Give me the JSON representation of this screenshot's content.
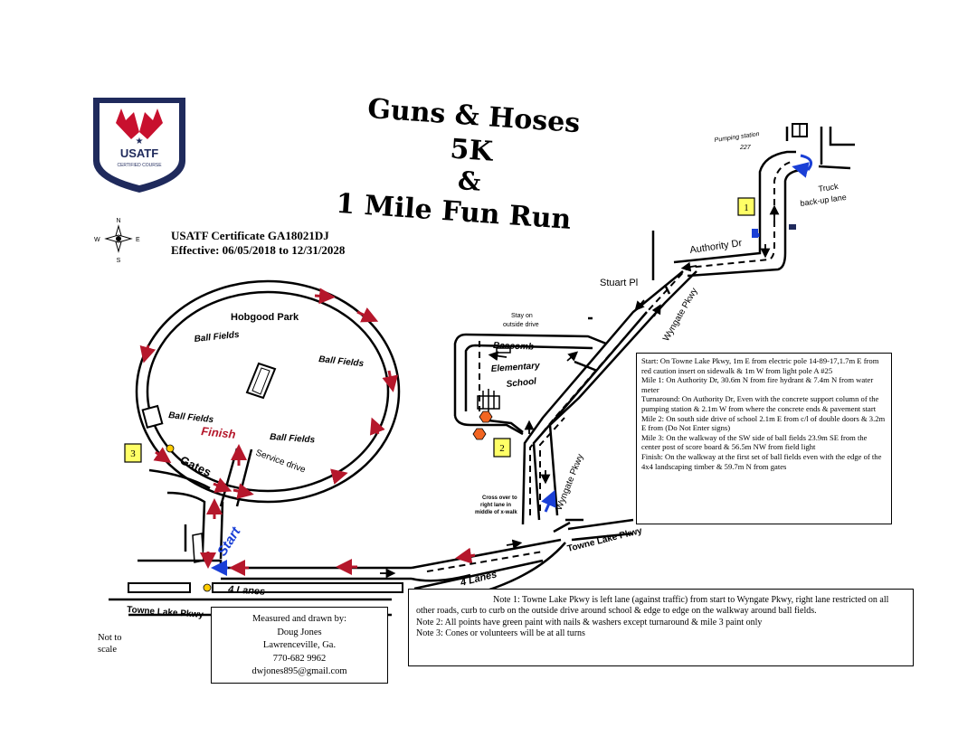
{
  "title": {
    "line1": "Guns & Hoses 5K",
    "line2": "&",
    "line3": "1 Mile Fun Run"
  },
  "certificate": {
    "line1": "USATF Certificate GA18021DJ",
    "line2": "Effective: 06/05/2018 to 12/31/2028"
  },
  "logo": {
    "name": "USATF",
    "subtitle": "CERTIFIED COURSE",
    "colors": {
      "navy": "#1f2a5c",
      "red": "#c8102e"
    }
  },
  "compass": {
    "n": "N",
    "s": "S",
    "e": "E",
    "w": "W"
  },
  "map_labels": {
    "hobgood_park": "Hobgood Park",
    "ball_fields": "Ball Fields",
    "finish": "Finish",
    "gates": "Gates",
    "service_drive": "Service drive",
    "start": "Start",
    "lanes": "4 Lanes",
    "towne_lake_pkwy": "Towne Lake Pkwy",
    "bascomb": "Bascomb Elementary School",
    "stay_outside": "Stay on outside drive",
    "cross_over": "Cross over to right lane in middle of x-walk",
    "wyngate_pkwy": "Wyngate Pkwy",
    "stuart_pl": "Stuart Pl",
    "authority_dr": "Authority Dr",
    "pumping_station": "Pumping station 227",
    "truck_lane": "Truck back-up lane"
  },
  "mile_markers": [
    "1",
    "2",
    "3"
  ],
  "legend": [
    "Start: On Towne Lake Pkwy, 1m E from electric pole 14-89-17,1.7m E from red caution insert on sidewalk & 1m W from light pole A #25",
    "Mile 1: On Authority Dr, 30.6m N from fire hydrant & 7.4m N from water meter",
    "Turnaround: On Authority Dr, Even with the concrete support column of the pumping station & 2.1m W from where the concrete ends & pavement start",
    "Mile 2: On south side drive of school 2.1m E from c/l of double doors & 3.2m E from (Do Not Enter signs)",
    "Mile 3: On the walkway of the SW side of ball fields 23.9m SE from the center post of score board & 56.5m NW from field light",
    "Finish: On the walkway at the first set of ball fields even with the edge of the 4x4 landscaping timber & 59.7m N from gates"
  ],
  "notes": [
    "Note 1: Towne Lake Pkwy is left lane (against traffic) from start to Wyngate Pkwy, right lane restricted on all other roads, curb to curb on the outside drive around school & edge to edge on the walkway around ball fields.",
    "Note 2: All points have green paint with nails & washers except turnaround & mile 3 paint only",
    "Note 3: Cones or volunteers will be at all turns"
  ],
  "contact": {
    "heading": "Measured and drawn by:",
    "name": "Doug Jones",
    "city": "Lawrenceville, Ga.",
    "phone": "770-682 9962",
    "email": "dwjones895@gmail.com"
  },
  "scale_note": {
    "line1": "Not to",
    "line2": "scale"
  },
  "colors": {
    "arrow_red": "#b5172b",
    "marker_yellow": "#ffff66",
    "arrow_blue": "#1a3fd6"
  }
}
